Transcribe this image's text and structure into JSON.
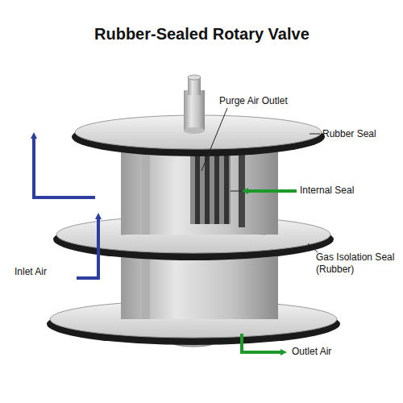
{
  "diagram": {
    "title": "Rubber-Sealed Rotary Valve",
    "labels": [
      "Purge Air Outlet",
      "Rubber Seal",
      "Internal Seal",
      "Gas Isolation Seal (Rubber)",
      "Inlet Air",
      "Outlet Air"
    ]
  }
}
